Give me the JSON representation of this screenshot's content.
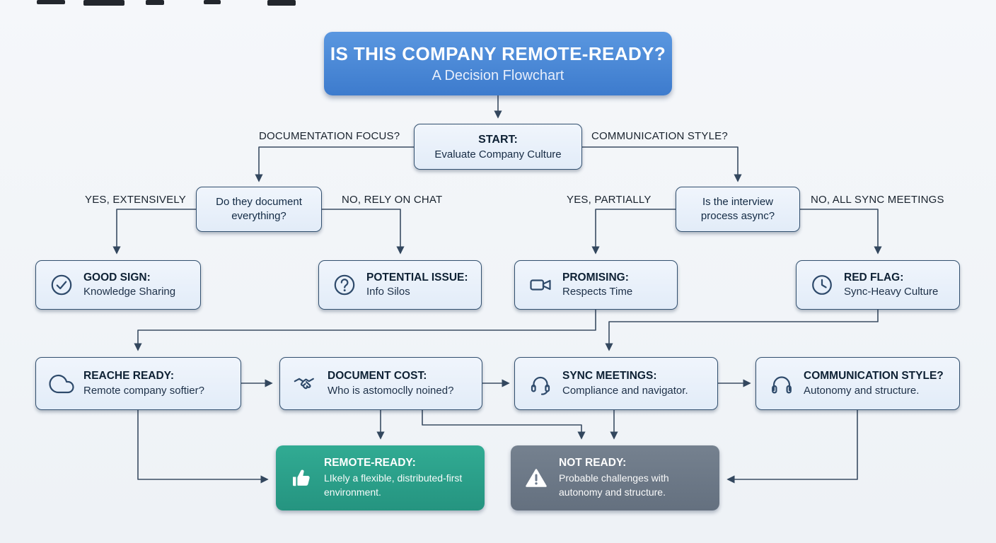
{
  "title": {
    "line1": "IS THIS COMPANY REMOTE-READY?",
    "line2": "A Decision Flowchart"
  },
  "start": {
    "title": "START:",
    "subtitle": "Evaluate Company Culture"
  },
  "branch_labels": {
    "documentation_focus": "DOCUMENTATION FOCUS?",
    "communication_style": "COMMUNICATION STYLE?",
    "yes_extensively": "YES, EXTENSIVELY",
    "no_rely_on_chat": "NO, RELY ON CHAT",
    "yes_partially": "YES, PARTIALLY",
    "no_all_sync_meetings": "NO, ALL SYNC MEETINGS"
  },
  "decisions": {
    "document": "Do they document everything?",
    "interview": "Is the interview process async?"
  },
  "outcomes": {
    "good_sign": {
      "icon": "check-circle",
      "title": "GOOD SIGN:",
      "subtitle": "Knowledge Sharing"
    },
    "potential_issue": {
      "icon": "question-circle",
      "title": "POTENTIAL ISSUE:",
      "subtitle": "Info Silos"
    },
    "promising": {
      "icon": "video-camera",
      "title": "PROMISING:",
      "subtitle": "Respects Time"
    },
    "red_flag": {
      "icon": "clock",
      "title": "RED FLAG:",
      "subtitle": "Sync-Heavy Culture"
    }
  },
  "checks": {
    "reache_ready": {
      "icon": "cloud",
      "title": "REACHE READY:",
      "subtitle": "Remote company softier?"
    },
    "document_cost": {
      "icon": "handshake",
      "title": "DOCUMENT COST:",
      "subtitle": "Who is astomoclly noined?"
    },
    "sync_meetings": {
      "icon": "headset",
      "title": "SYNC MEETINGS:",
      "subtitle": "Compliance and navigator."
    },
    "communication_style": {
      "icon": "headphones",
      "title": "COMMUNICATION STYLE?",
      "subtitle": "Autonomy and structure."
    }
  },
  "results": {
    "remote_ready": {
      "icon": "thumbs-up",
      "title": "REMOTE-READY:",
      "body": "LIkely a flexible, distributed-first environment.",
      "color": "#2ba18b"
    },
    "not_ready": {
      "icon": "warning-triangle",
      "title": "NOT READY:",
      "body": "Probable challenges with autonomy and structure.",
      "color": "#6d7a8c"
    }
  },
  "colors": {
    "title_box_blue": "#4886d5",
    "node_background": "#e9f1fa",
    "node_border": "#32506f",
    "arrow": "#3a4c62",
    "success_green": "#2ba18b",
    "danger_gray": "#6d7a8c",
    "text_dark": "#13263c",
    "page_background": "#f2f5f8"
  }
}
